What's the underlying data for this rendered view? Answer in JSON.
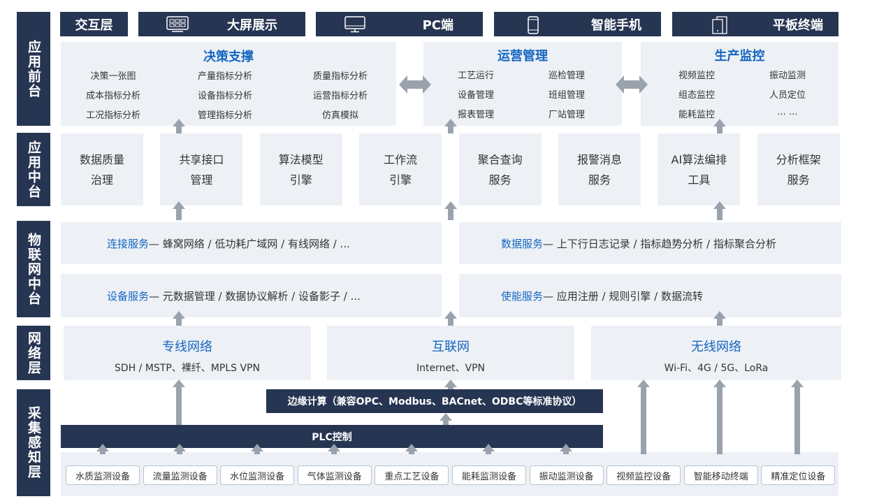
{
  "layers": [
    "应用前台",
    "应用中台",
    "物联网中台",
    "网络层",
    "采集感知层"
  ],
  "interaction": {
    "label": "交互层",
    "terminals": [
      {
        "label": "大屏展示",
        "icon": "screen-grid-icon"
      },
      {
        "label": "PC端",
        "icon": "monitor-icon"
      },
      {
        "label": "智能手机",
        "icon": "phone-icon"
      },
      {
        "label": "平板终端",
        "icon": "tablet-icon"
      }
    ]
  },
  "front": [
    {
      "title": "决策支撑",
      "items": [
        "决策一张图",
        "产量指标分析",
        "质量指标分析",
        "成本指标分析",
        "设备指标分析",
        "运营指标分析",
        "工况指标分析",
        "管理指标分析",
        "仿真模拟"
      ]
    },
    {
      "title": "运营管理",
      "items": [
        "工艺运行",
        "巡检管理",
        "设备管理",
        "班组管理",
        "报表管理",
        "厂站管理"
      ]
    },
    {
      "title": "生产监控",
      "items": [
        "视频监控",
        "振动监测",
        "组态监控",
        "人员定位",
        "能耗监控",
        "... ..."
      ]
    }
  ],
  "middle": [
    [
      "数据质量",
      "治理"
    ],
    [
      "共享接口",
      "管理"
    ],
    [
      "算法模型",
      "引擎"
    ],
    [
      "工作流",
      "引擎"
    ],
    [
      "聚合查询",
      "服务"
    ],
    [
      "报警消息",
      "服务"
    ],
    [
      "AI算法编排",
      "工具"
    ],
    [
      "分析框架",
      "服务"
    ]
  ],
  "iot": [
    {
      "key": "连接服务",
      "rest": " — 蜂窝网络 /  低功耗广域网 / 有线网络 / ..."
    },
    {
      "key": "数据服务",
      "rest": " — 上下行日志记录 /  指标趋势分析 / 指标聚合分析"
    },
    {
      "key": "设备服务",
      "rest": " — 元数据管理 /  数据协议解析 / 设备影子 / ..."
    },
    {
      "key": "使能服务",
      "rest": " — 应用注册 /  规则引擎 / 数据流转"
    }
  ],
  "network": [
    {
      "title": "专线网络",
      "sub": "SDH / MSTP、裸纤、MPLS VPN"
    },
    {
      "title": "互联网",
      "sub": "Internet、VPN"
    },
    {
      "title": "无线网络",
      "sub": "Wi-Fi、4G / 5G、LoRa"
    }
  ],
  "edge": "边缘计算（兼容OPC、Modbus、BACnet、ODBC等标准协议）",
  "plc": "PLC控制",
  "devices": [
    "水质监测设备",
    "流量监测设备",
    "水位监测设备",
    "气体监测设备",
    "重点工艺设备",
    "能耗监测设备",
    "振动监测设备",
    "视频监控设备",
    "智能移动终端",
    "精准定位设备"
  ]
}
